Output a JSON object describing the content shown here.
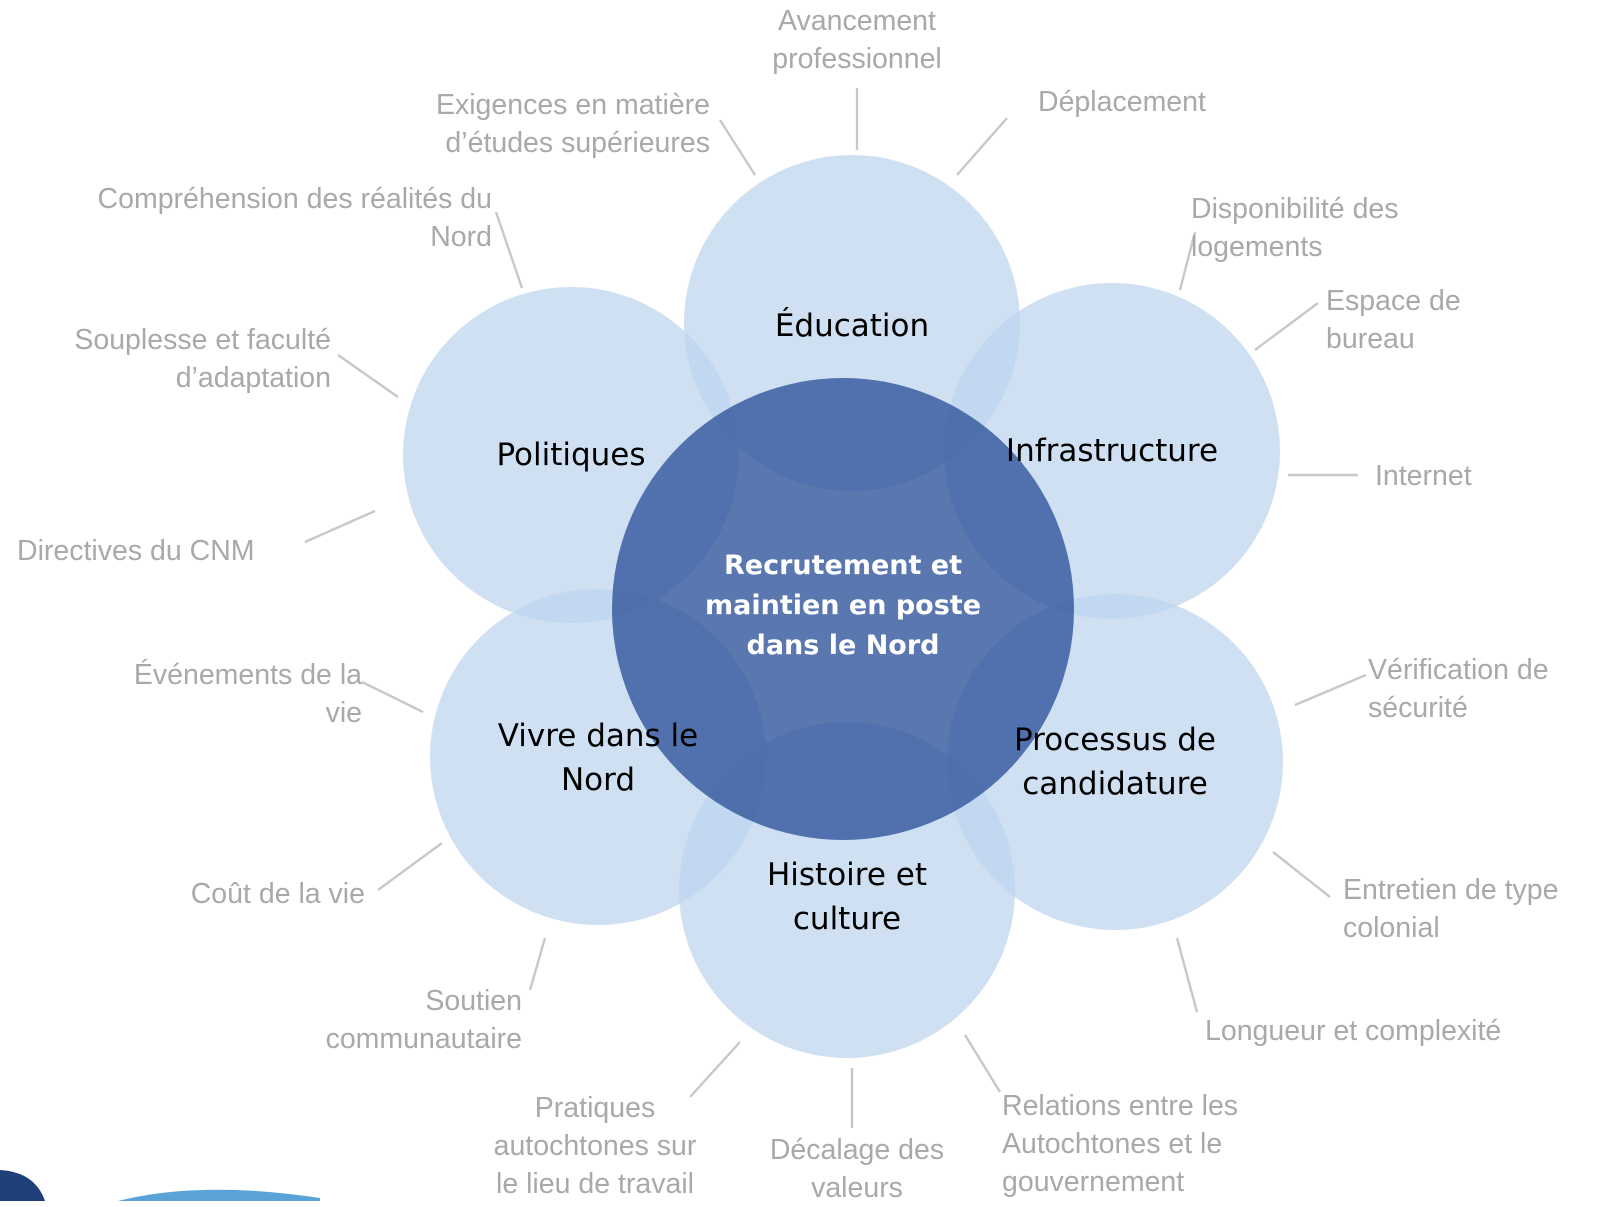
{
  "center": {
    "line1": "Recrutement et",
    "line2": "maintien en poste",
    "line3": "dans le Nord"
  },
  "categories": {
    "education": "Éducation",
    "infrastructure": "Infrastructure",
    "processus": {
      "line1": "Processus de",
      "line2": "candidature"
    },
    "histoire": {
      "line1": "Histoire et",
      "line2": "culture"
    },
    "vivre": {
      "line1": "Vivre dans le",
      "line2": "Nord"
    },
    "politiques": "Politiques"
  },
  "labels": {
    "avancement": {
      "line1": "Avancement",
      "line2": "professionnel"
    },
    "deplacement": "Déplacement",
    "exigences": {
      "line1": "Exigences en matière",
      "line2": "d’études supérieures"
    },
    "comprehension": {
      "line1": "Compréhension des réalités du",
      "line2": "Nord"
    },
    "disponibilite": {
      "line1": "Disponibilité des",
      "line2": "logements"
    },
    "espace": {
      "line1": "Espace de",
      "line2": "bureau"
    },
    "souplesse": {
      "line1": "Souplesse et faculté",
      "line2": "d’adaptation"
    },
    "internet": "Internet",
    "directives": "Directives du CNM",
    "verification": {
      "line1": "Vérification de",
      "line2": "sécurité"
    },
    "evenements": {
      "line1": "Événements de la",
      "line2": "vie"
    },
    "entretien": {
      "line1": "Entretien de type",
      "line2": "colonial"
    },
    "cout": "Coût de la vie",
    "longueur": "Longueur et complexité",
    "soutien": {
      "line1": "Soutien",
      "line2": "communautaire"
    },
    "pratiques": {
      "line1": "Pratiques",
      "line2": "autochtones sur",
      "line3": "le lieu de travail"
    },
    "decalage": {
      "line1": "Décalage des",
      "line2": "valeurs"
    },
    "relations": {
      "line1": "Relations entre les",
      "line2": "Autochtones et le",
      "line3": "gouvernement"
    }
  },
  "colors": {
    "petal": "#bdd4ee",
    "center": "#2b5299",
    "label_text": "#a9a9a9",
    "connector": "#c8c8c8"
  }
}
